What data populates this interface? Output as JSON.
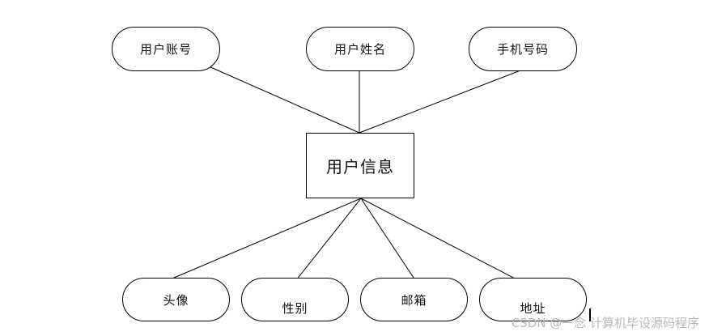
{
  "entity": {
    "label": "用户信息"
  },
  "attributes_top": [
    {
      "label": "用户账号"
    },
    {
      "label": "用户姓名"
    },
    {
      "label": "手机号码"
    }
  ],
  "attributes_bottom": [
    {
      "label": "头像"
    },
    {
      "label": "性别"
    },
    {
      "label": "邮箱"
    },
    {
      "label": "地址"
    }
  ],
  "watermark": "CSDN @一念 计算机毕设源码程序",
  "colors": {
    "line": "#000000",
    "watermark": "#b8b8b8"
  }
}
